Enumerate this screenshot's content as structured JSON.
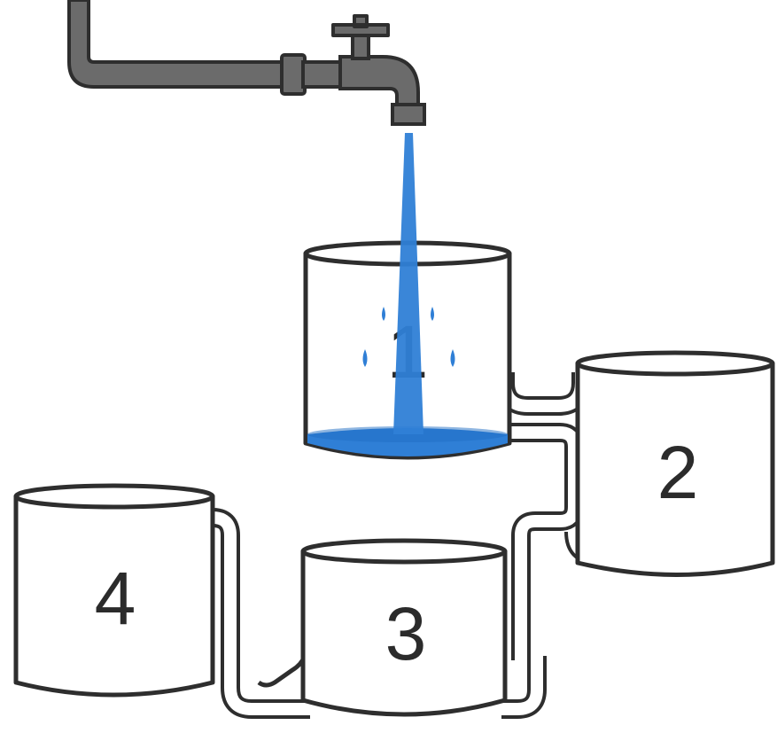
{
  "containers": [
    {
      "id": "container-1",
      "label": "1",
      "state": "filling"
    },
    {
      "id": "container-2",
      "label": "2",
      "state": "empty"
    },
    {
      "id": "container-3",
      "label": "3",
      "state": "empty"
    },
    {
      "id": "container-4",
      "label": "4",
      "state": "empty"
    }
  ],
  "colors": {
    "water": "#2f7fd6",
    "water_dark": "#1f6dc4",
    "pipe": "#6b6b6b",
    "pipe_outline": "#2e2e2e",
    "outline": "#2e2e2e",
    "container_fill": "#ffffff"
  },
  "icons": {
    "faucet": "faucet-icon",
    "water_stream": "water-stream-icon",
    "droplet": "droplet-icon"
  }
}
